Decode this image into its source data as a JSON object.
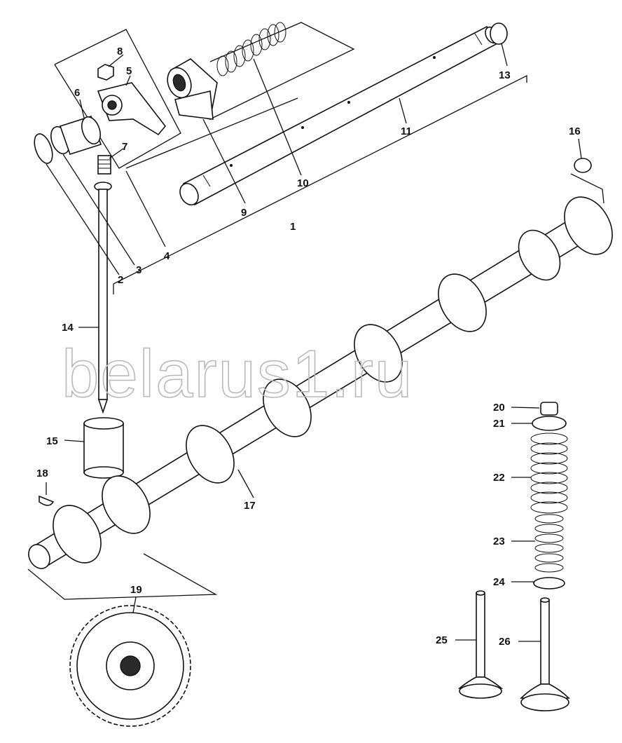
{
  "watermark": "belarus1.ru",
  "callouts": [
    {
      "id": "1",
      "text": "1"
    },
    {
      "id": "2",
      "text": "2"
    },
    {
      "id": "3",
      "text": "3"
    },
    {
      "id": "4",
      "text": "4"
    },
    {
      "id": "5",
      "text": "5"
    },
    {
      "id": "6",
      "text": "6"
    },
    {
      "id": "7",
      "text": "7"
    },
    {
      "id": "8",
      "text": "8"
    },
    {
      "id": "9",
      "text": "9"
    },
    {
      "id": "10",
      "text": "10"
    },
    {
      "id": "11",
      "text": "11"
    },
    {
      "id": "13",
      "text": "13"
    },
    {
      "id": "14",
      "text": "14"
    },
    {
      "id": "15",
      "text": "15"
    },
    {
      "id": "16",
      "text": "16"
    },
    {
      "id": "17",
      "text": "17"
    },
    {
      "id": "18",
      "text": "18"
    },
    {
      "id": "19",
      "text": "19"
    },
    {
      "id": "20",
      "text": "20"
    },
    {
      "id": "21",
      "text": "21"
    },
    {
      "id": "22",
      "text": "22"
    },
    {
      "id": "23",
      "text": "23"
    },
    {
      "id": "24",
      "text": "24"
    },
    {
      "id": "25",
      "text": "25"
    },
    {
      "id": "26",
      "text": "26"
    }
  ]
}
